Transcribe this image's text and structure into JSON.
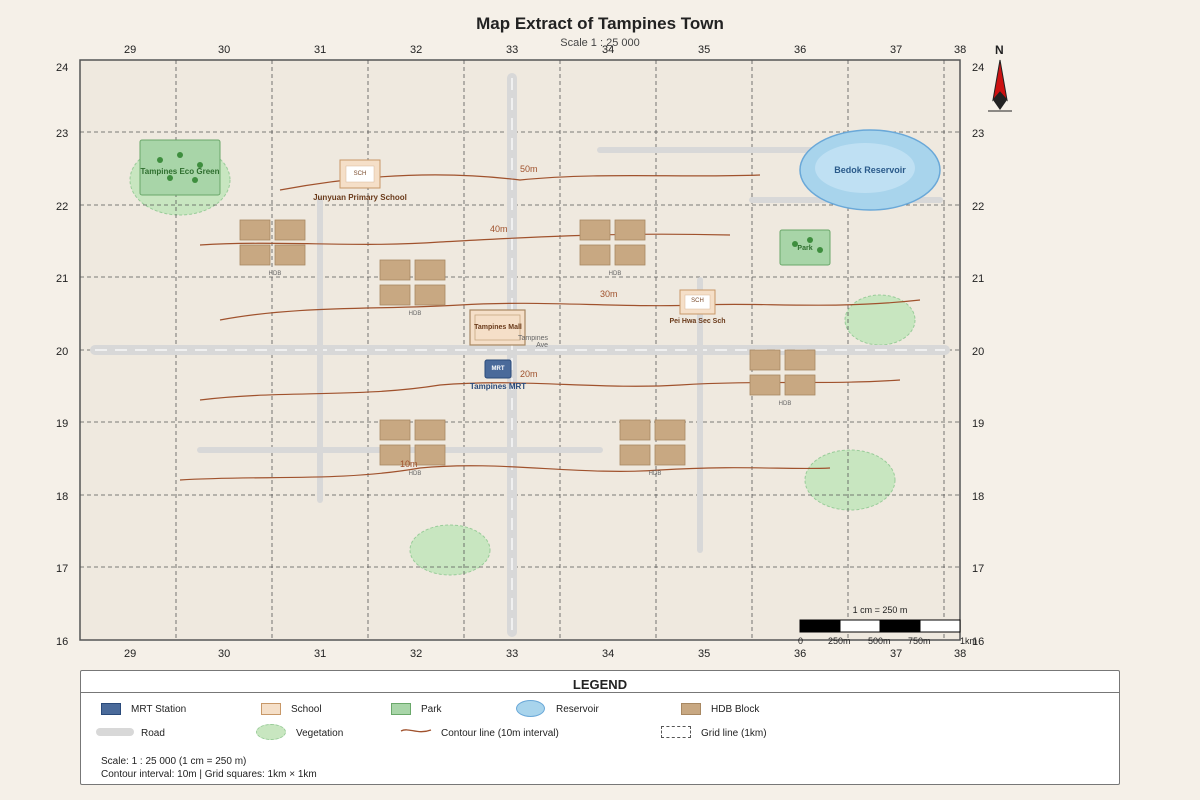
{
  "title": "Map Extract of Tampines Town",
  "subtitle": "Scale 1 : 25 000",
  "north_label": "N",
  "grid": {
    "eastings": [
      "29",
      "30",
      "31",
      "32",
      "33",
      "34",
      "35",
      "36",
      "37",
      "38"
    ],
    "northings": [
      "24",
      "23",
      "22",
      "21",
      "20",
      "19",
      "18",
      "17",
      "16"
    ]
  },
  "features": {
    "eco_green": "Tampines Eco Green",
    "school1_icon": "SCH",
    "school1_name": "Junyuan Primary School",
    "reservoir": "Bedok Reservoir",
    "park": "Park",
    "school2_icon": "SCH",
    "school2_name": "Pei Hwa Sec Sch",
    "mall": "Tampines Mall",
    "mrt_icon": "MRT",
    "mrt_name": "Tampines MRT",
    "road_name": "Tampines Ave",
    "hdb": "HDB"
  },
  "contours": {
    "c50": "50m",
    "c40": "40m",
    "c30": "30m",
    "c20": "20m",
    "c10": "10m"
  },
  "scale_bar": {
    "caption": "1 cm = 250 m",
    "ticks": [
      "0",
      "250m",
      "500m",
      "750m",
      "1km"
    ]
  },
  "legend": {
    "title": "LEGEND",
    "mrt": "MRT Station",
    "school": "School",
    "park": "Park",
    "reservoir": "Reservoir",
    "hdb": "HDB Block",
    "road": "Road",
    "vegetation": "Vegetation",
    "contour": "Contour line (10m interval)",
    "grid": "Grid line (1km)",
    "note1": "Scale: 1 : 25 000 (1 cm = 250 m)",
    "note2": "Contour interval: 10m | Grid squares: 1km × 1km"
  },
  "colors": {
    "background": "#f5f0e8",
    "map_fill": "#efe9df",
    "road": "#d8d8d8",
    "contour": "#a0522d",
    "vegetation": "#c8e6c0",
    "park": "#a8d5a8",
    "hdb": "#c8a882",
    "school": "#f5dfc8",
    "mrt": "#4a6a9a",
    "reservoir": "#a8d4ec",
    "north_arrow": "#cc1111"
  }
}
